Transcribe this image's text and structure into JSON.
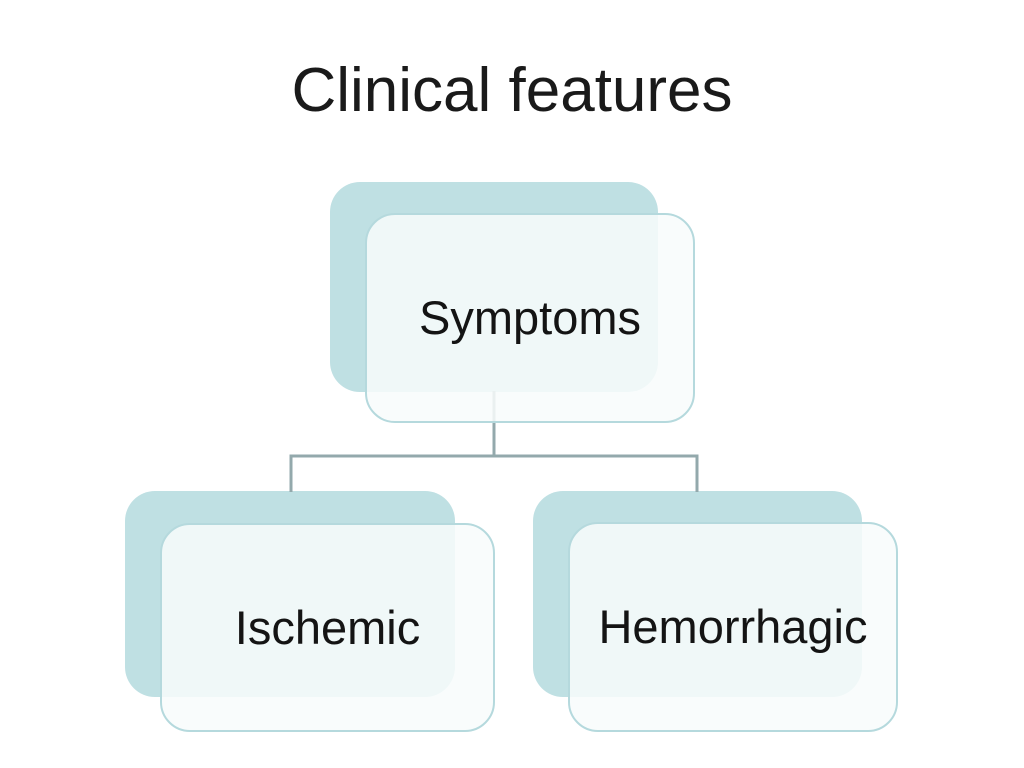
{
  "slide": {
    "title": "Clinical features",
    "colors": {
      "background": "#ffffff",
      "title_text": "#1a1a1a",
      "node_text": "#141414",
      "teal": "#bfe0e3",
      "node_fill": "rgba(248,251,252,0.86)",
      "node_border": "#b5d9dd",
      "connector": "#93a9ac"
    }
  },
  "diagram": {
    "type": "hierarchy",
    "nodes": [
      {
        "id": "symptoms",
        "label": "Symptoms",
        "parent": null
      },
      {
        "id": "ischemic",
        "label": "Ischemic",
        "parent": "symptoms"
      },
      {
        "id": "hemorrhagic",
        "label": "Hemorrhagic",
        "parent": "symptoms"
      }
    ]
  }
}
